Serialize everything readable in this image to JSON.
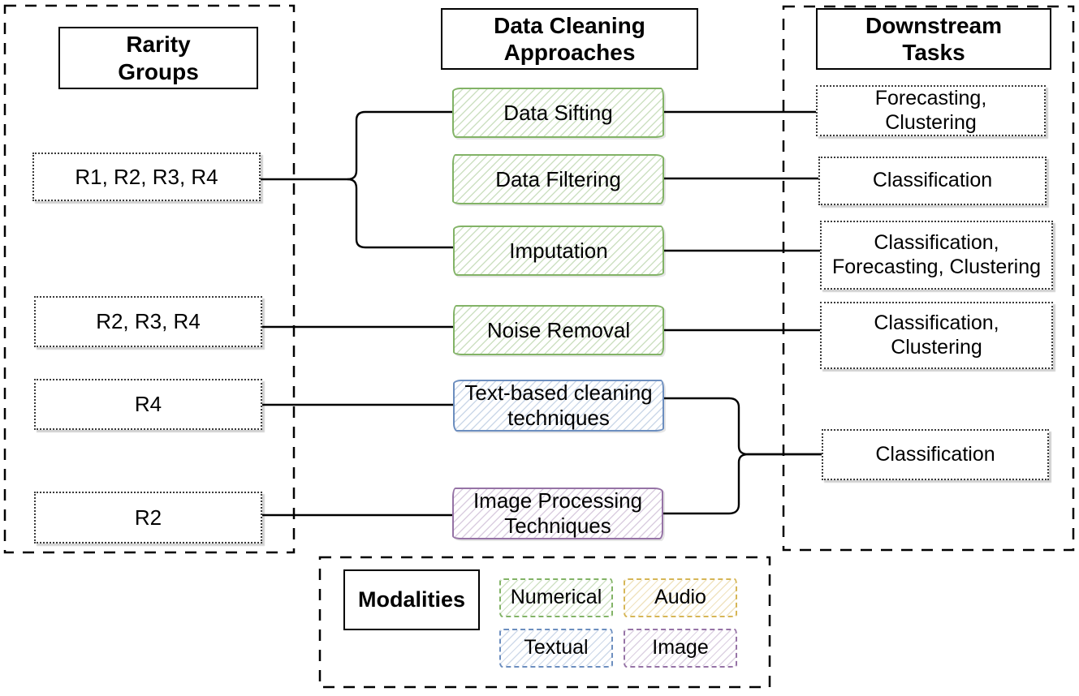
{
  "diagram": {
    "rarity_groups": {
      "title": "Rarity\nGroups",
      "items": [
        {
          "label": "R1, R2, R3, R4"
        },
        {
          "label": "R2, R3, R4"
        },
        {
          "label": "R4"
        },
        {
          "label": "R2"
        }
      ]
    },
    "cleaning_approaches": {
      "title": "Data Cleaning\nApproaches",
      "items": [
        {
          "label": "Data Sifting",
          "modality": "numerical"
        },
        {
          "label": "Data Filtering",
          "modality": "numerical"
        },
        {
          "label": "Imputation",
          "modality": "numerical"
        },
        {
          "label": "Noise Removal",
          "modality": "numerical"
        },
        {
          "label": "Text-based cleaning\ntechniques",
          "modality": "textual"
        },
        {
          "label": "Image Processing\nTechniques",
          "modality": "image"
        }
      ]
    },
    "downstream_tasks": {
      "title": "Downstream\nTasks",
      "items": [
        {
          "label": "Forecasting,\nClustering"
        },
        {
          "label": "Classification"
        },
        {
          "label": "Classification,\nForecasting, Clustering"
        },
        {
          "label": "Classification,\nClustering"
        },
        {
          "label": "Classification"
        }
      ]
    },
    "legend": {
      "title": "Modalities",
      "items": [
        {
          "label": "Numerical",
          "color": "#82b366"
        },
        {
          "label": "Audio",
          "color": "#d6b656"
        },
        {
          "label": "Textual",
          "color": "#6c8ebf"
        },
        {
          "label": "Image",
          "color": "#9673a6"
        }
      ]
    },
    "connections": [
      {
        "from": "R1, R2, R3, R4",
        "to": [
          "Data Sifting",
          "Imputation"
        ]
      },
      {
        "from": "R2, R3, R4",
        "to": [
          "Noise Removal"
        ]
      },
      {
        "from": "R4",
        "to": [
          "Text-based cleaning techniques"
        ]
      },
      {
        "from": "R2",
        "to": [
          "Image Processing Techniques"
        ]
      },
      {
        "from": "Data Sifting",
        "to": [
          "Forecasting, Clustering"
        ]
      },
      {
        "from": "Data Filtering",
        "to": [
          "Classification"
        ]
      },
      {
        "from": "Imputation",
        "to": [
          "Classification, Forecasting, Clustering"
        ]
      },
      {
        "from": "Noise Removal",
        "to": [
          "Classification, Clustering"
        ]
      },
      {
        "from": "Text-based cleaning techniques",
        "to": [
          "Classification"
        ]
      },
      {
        "from": "Image Processing Techniques",
        "to": [
          "Classification"
        ]
      }
    ]
  },
  "colors": {
    "numerical": "#82b366",
    "audio": "#d6b656",
    "textual": "#6c8ebf",
    "image": "#9673a6",
    "line": "#000000"
  }
}
